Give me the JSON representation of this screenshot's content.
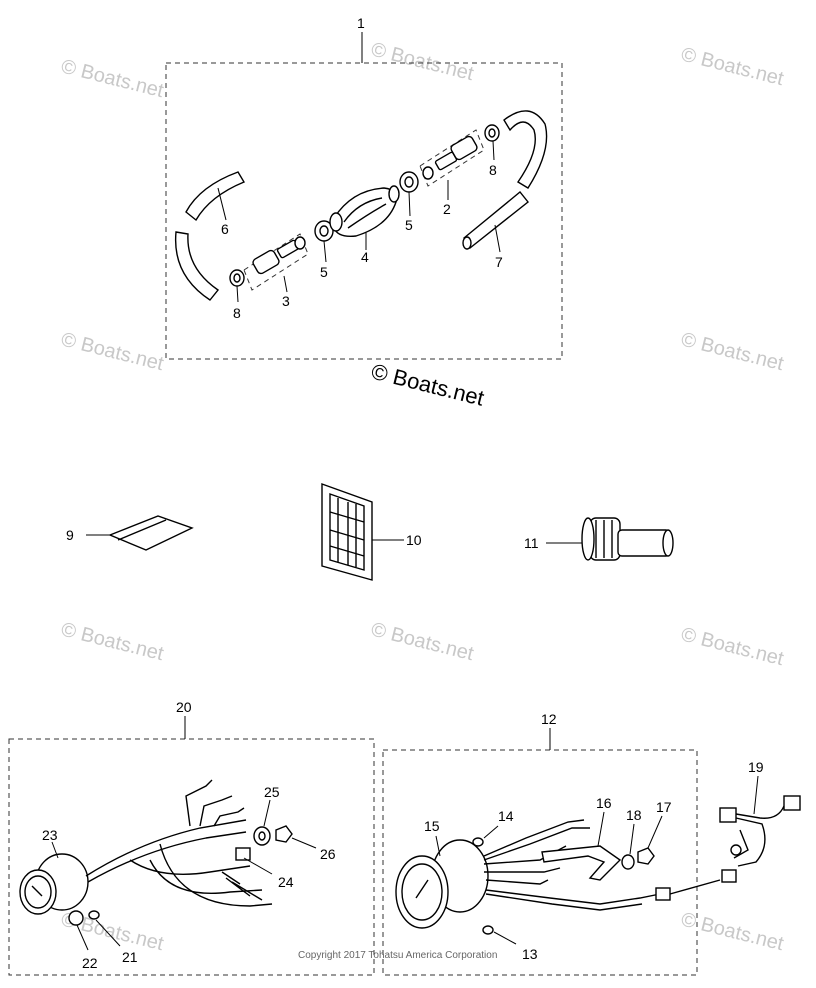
{
  "watermark": "© Boats.net",
  "watermark_main": "© Boats.net",
  "copyright": "Copyright 2017 Tohatsu America Corporation",
  "callouts": {
    "c1": "1",
    "c2": "2",
    "c3": "3",
    "c4": "4",
    "c5a": "5",
    "c5b": "5",
    "c6": "6",
    "c7": "7",
    "c8a": "8",
    "c8b": "8",
    "c9": "9",
    "c10": "10",
    "c11": "11",
    "c12": "12",
    "c13": "13",
    "c14": "14",
    "c15": "15",
    "c16": "16",
    "c17": "17",
    "c18": "18",
    "c19": "19",
    "c20": "20",
    "c21": "21",
    "c22": "22",
    "c23": "23",
    "c24": "24",
    "c25": "25",
    "c26": "26"
  }
}
